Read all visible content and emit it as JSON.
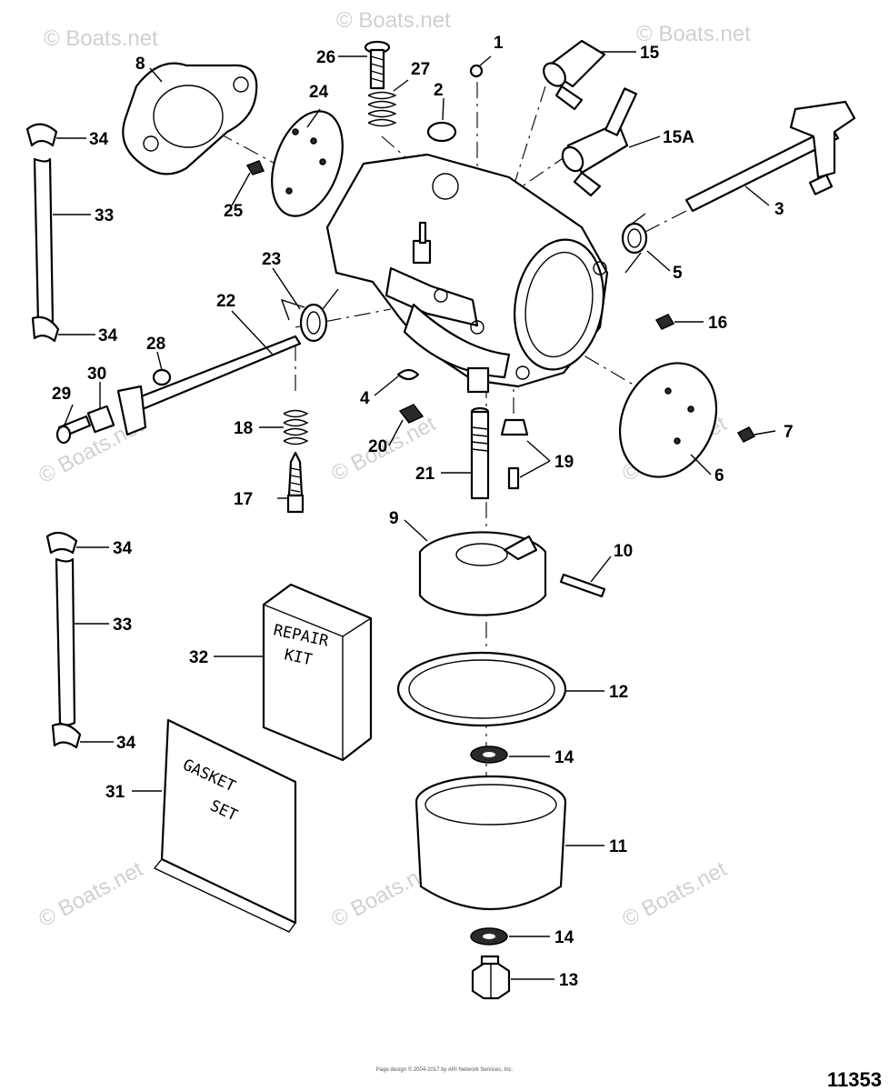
{
  "callouts": {
    "p1": "1",
    "p2": "2",
    "p3": "3",
    "p4": "4",
    "p5": "5",
    "p6": "6",
    "p7": "7",
    "p8": "8",
    "p9": "9",
    "p10": "10",
    "p11": "11",
    "p12": "12",
    "p13": "13",
    "p14a": "14",
    "p14b": "14",
    "p15": "15",
    "p15a": "15A",
    "p16": "16",
    "p17": "17",
    "p18": "18",
    "p19": "19",
    "p20": "20",
    "p21": "21",
    "p22": "22",
    "p23": "23",
    "p24": "24",
    "p25": "25",
    "p26": "26",
    "p27": "27",
    "p28": "28",
    "p29": "29",
    "p30": "30",
    "p31": "31",
    "p32": "32",
    "p33a": "33",
    "p33b": "33",
    "p34a": "34",
    "p34b": "34",
    "p34c": "34",
    "p34d": "34"
  },
  "repair_kit": {
    "line1": "REPAIR",
    "line2": "KIT"
  },
  "gasket_set": {
    "line1": "GASKET",
    "line2": "SET"
  },
  "watermark": "© Boats.net",
  "figure_number": "11353",
  "copyright": "Page design © 2004-2017 by ARI Network Services, Inc."
}
